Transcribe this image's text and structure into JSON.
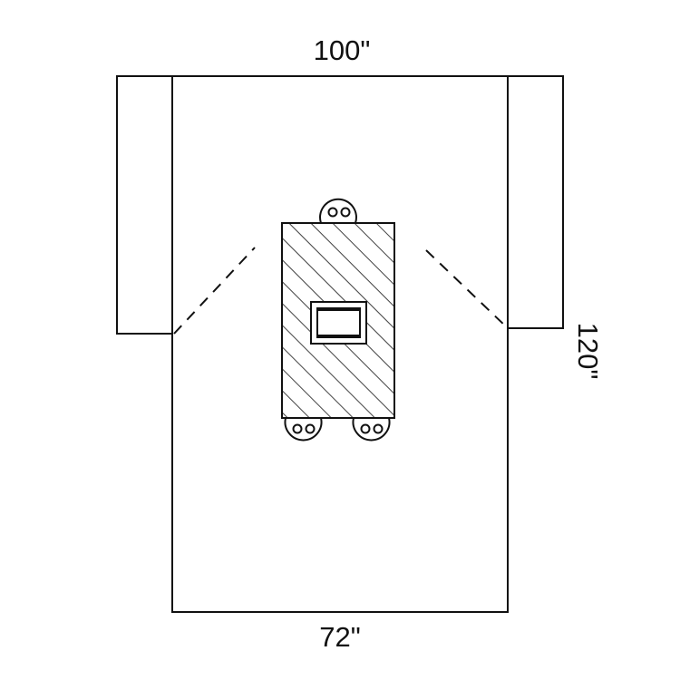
{
  "drawing": {
    "top_dimension": "100\"",
    "bottom_dimension": "72\"",
    "right_dimension": "120\""
  },
  "colors": {
    "line": "#111111",
    "background": "#ffffff"
  }
}
